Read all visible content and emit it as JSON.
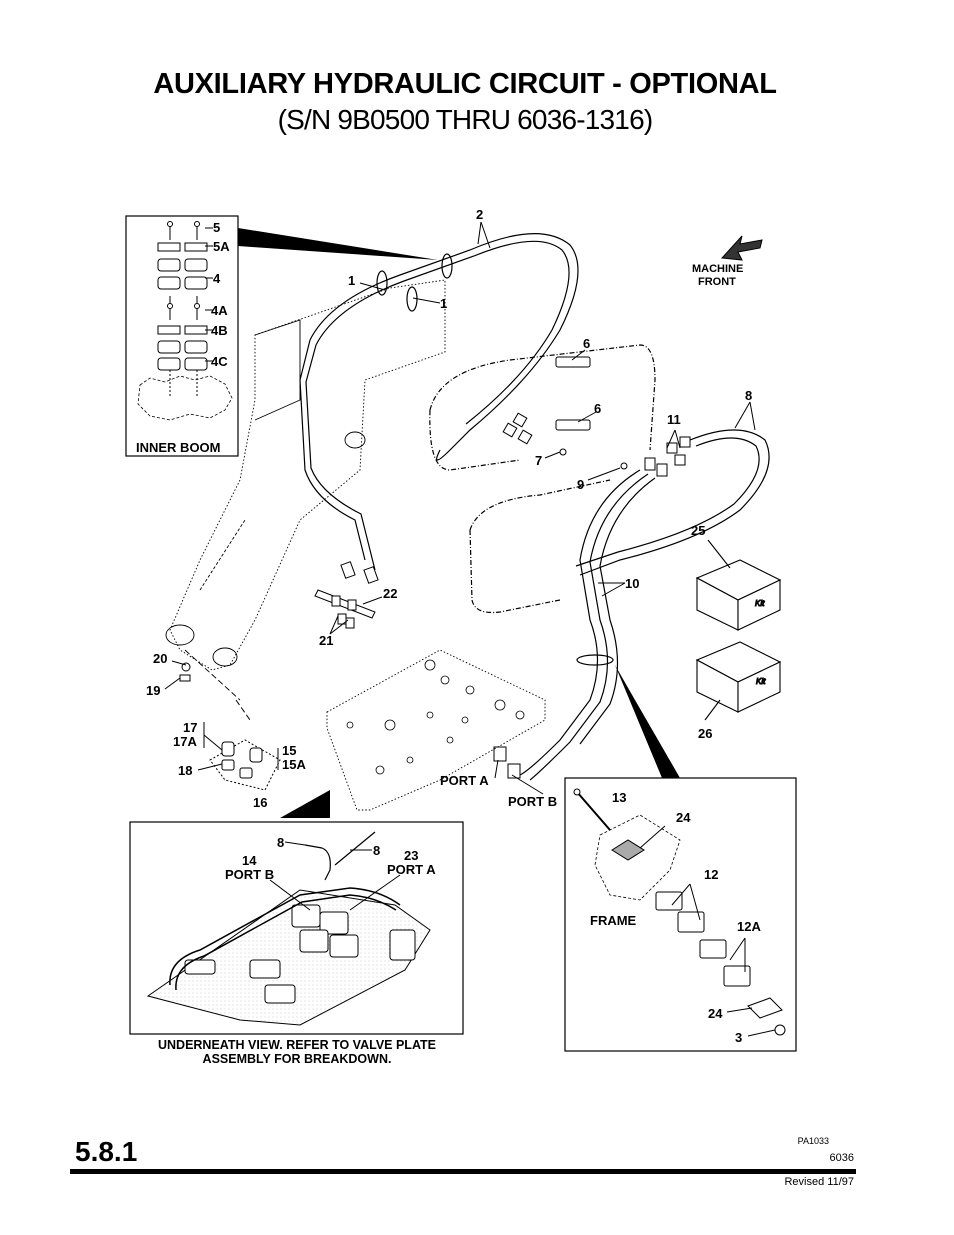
{
  "header": {
    "title": "AUXILIARY HYDRAULIC CIRCUIT - OPTIONAL",
    "subtitle": "(S/N 9B0500 THRU 6036-1316)"
  },
  "labels": {
    "machine_front_1": "MACHINE",
    "machine_front_2": "FRONT",
    "inner_boom": "INNER BOOM",
    "frame": "FRAME",
    "port_a_main": "PORT A",
    "port_b_main": "PORT B",
    "port_b_detail": "PORT B",
    "port_a_detail": "PORT A",
    "kit": "Kit"
  },
  "callouts": {
    "c5": "5",
    "c5A": "5A",
    "c4": "4",
    "c4A": "4A",
    "c4B": "4B",
    "c4C": "4C",
    "c1a": "1",
    "c1b": "1",
    "c2": "2",
    "c6a": "6",
    "c6b": "6",
    "c7": "7",
    "c8": "8",
    "c8a": "8",
    "c8b": "8",
    "c9": "9",
    "c10": "10",
    "c11": "11",
    "c12": "12",
    "c12A": "12A",
    "c13": "13",
    "c14": "14",
    "c15": "15",
    "c15A": "15A",
    "c16": "16",
    "c17": "17",
    "c17A": "17A",
    "c18": "18",
    "c19": "19",
    "c20": "20",
    "c21": "21",
    "c22": "22",
    "c23": "23",
    "c24a": "24",
    "c24b": "24",
    "c25": "25",
    "c26": "26",
    "c3": "3"
  },
  "footer": {
    "note_line1": "UNDERNEATH VIEW. REFER TO VALVE PLATE",
    "note_line2": "ASSEMBLY FOR BREAKDOWN.",
    "page_number": "5.8.1",
    "figure_ref": "PA1033",
    "doc_number": "6036",
    "revision": "Revised 11/97"
  }
}
